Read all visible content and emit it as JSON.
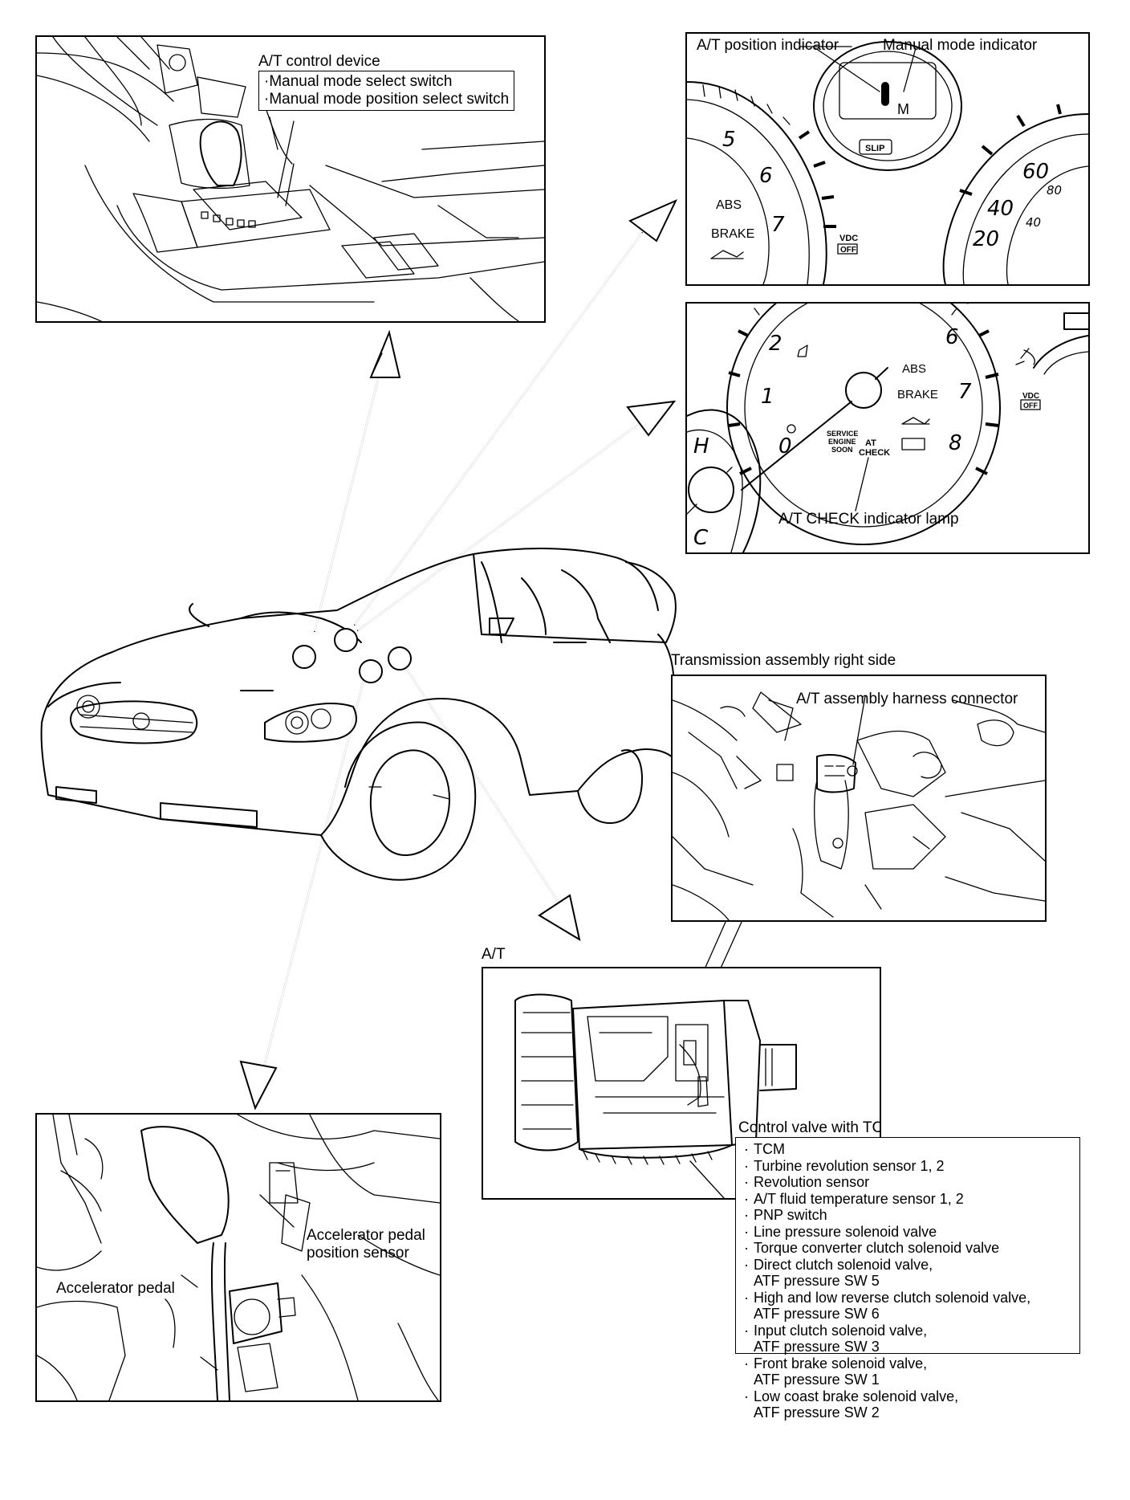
{
  "panels": {
    "control_device": {
      "title": "A/T control device",
      "items": [
        "Manual mode select switch",
        "Manual mode position select switch"
      ]
    },
    "meter_top": {
      "position_indicator": "A/T position indicator",
      "manual_indicator": "Manual mode indicator",
      "display_char": "M",
      "slip": "SLIP",
      "abs": "ABS",
      "brake": "BRAKE",
      "vdc": "VDC",
      "off": "OFF",
      "tach_numbers": [
        "5",
        "6",
        "7"
      ],
      "speed_numbers": [
        "60",
        "40",
        "20"
      ],
      "speed_small": [
        "80",
        "40"
      ]
    },
    "meter_check": {
      "lamp_label": "A/T CHECK indicator lamp",
      "tach_numbers": [
        "2",
        "1",
        "0",
        "6",
        "7",
        "8"
      ],
      "abs": "ABS",
      "brake": "BRAKE",
      "service1": "SERVICE",
      "service2": "ENGINE",
      "service3": "SOON",
      "at1": "AT",
      "at2": "CHECK",
      "vdc": "VDC",
      "off": "OFF",
      "temp_h": "H",
      "temp_c": "C"
    },
    "transmission_side": {
      "title": "Transmission assembly right side",
      "connector": "A/T assembly harness connector"
    },
    "at": {
      "title": "A/T",
      "control_valve": "Control valve with TCM",
      "list": [
        {
          "line": "TCM"
        },
        {
          "line": "Turbine revolution sensor 1, 2"
        },
        {
          "line": "Revolution sensor"
        },
        {
          "line": "A/T fluid temperature sensor 1, 2"
        },
        {
          "line": "PNP switch"
        },
        {
          "line": "Line pressure solenoid valve"
        },
        {
          "line": "Torque converter clutch solenoid valve"
        },
        {
          "line": "Direct clutch solenoid valve,",
          "cont": "ATF pressure SW 5"
        },
        {
          "line": "High and low reverse clutch solenoid valve,",
          "cont": "ATF pressure SW 6"
        },
        {
          "line": "Input clutch solenoid valve,",
          "cont": "ATF pressure SW 3"
        },
        {
          "line": "Front brake solenoid valve,",
          "cont": "ATF pressure SW 1"
        },
        {
          "line": "Low coast brake solenoid valve,",
          "cont": "ATF pressure SW 2"
        }
      ]
    },
    "pedal": {
      "sensor_line1": "Accelerator pedal",
      "sensor_line2": "position sensor",
      "pedal": "Accelerator pedal"
    }
  }
}
